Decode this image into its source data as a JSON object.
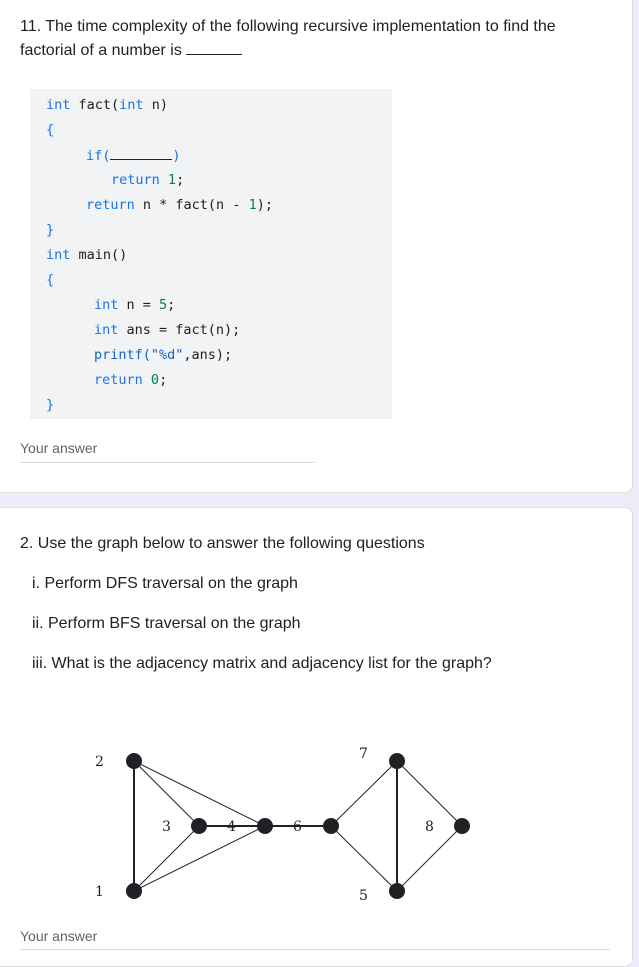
{
  "q11": {
    "title_line1": "11. The time complexity of the following recursive implementation to find the",
    "title_line2": "factorial of a number is",
    "code": {
      "l1_type": "int",
      "l1_rest": " fact(",
      "l1_type2": "int",
      "l1_end": " n)",
      "l2": "{",
      "l3_kw": "if(",
      "l3_end": ")",
      "l4_kw": "return",
      "l4_num": "1",
      "l4_end": ";",
      "l5_kw": "return",
      "l5_rest": " n * fact(n - ",
      "l5_num": "1",
      "l5_end": ");",
      "l6": "}",
      "l7_type": "int",
      "l7_rest": " main()",
      "l8": "{",
      "l9_type": "int",
      "l9_rest": " n = ",
      "l9_num": "5",
      "l9_end": ";",
      "l10_type": "int",
      "l10_rest": " ans = fact(n);",
      "l11_fn": "printf(",
      "l11_str": "\"%d\"",
      "l11_end": ",ans);",
      "l12_kw": "return",
      "l12_num": "0",
      "l12_end": ";",
      "l13": "}"
    },
    "answer_placeholder": "Your answer"
  },
  "q2": {
    "title": "2. Use the graph below to answer the following questions",
    "sub_i": "i. Perform DFS traversal on the graph",
    "sub_ii": "ii. Perform BFS traversal on the graph",
    "sub_iii": "iii. What is the adjacency matrix and adjacency list for the graph?",
    "graph": {
      "node_labels": [
        "2",
        "3",
        "1",
        "7",
        "8",
        "5"
      ],
      "edge_labels": [
        "4",
        "6"
      ]
    },
    "answer_placeholder": "Your answer"
  }
}
